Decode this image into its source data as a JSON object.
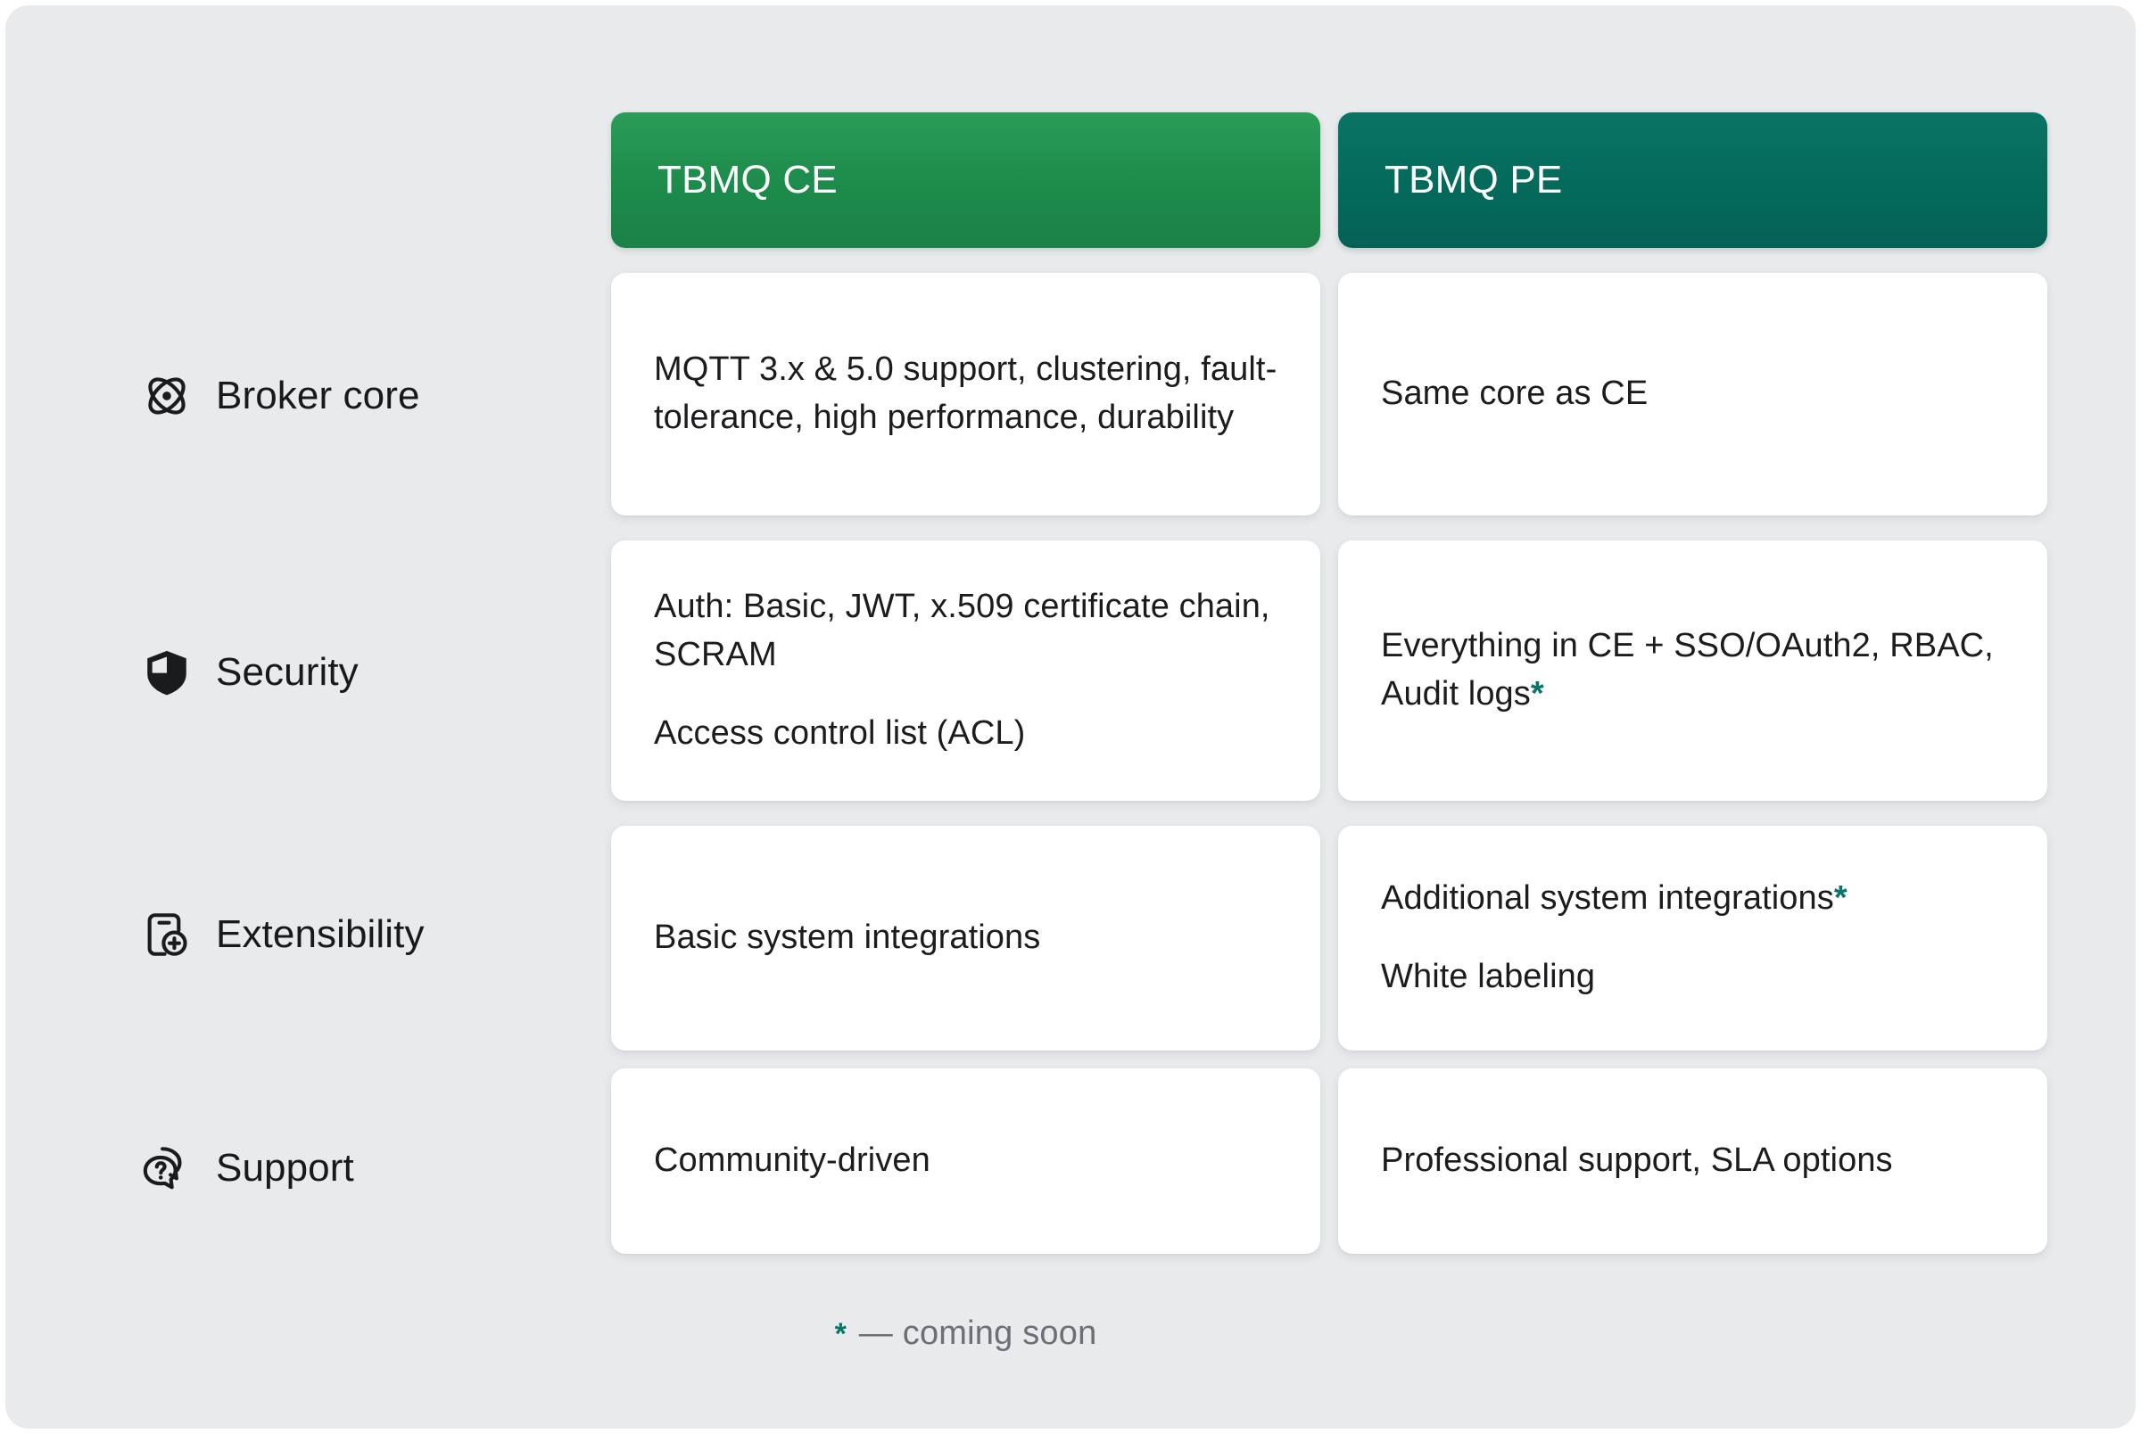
{
  "columns": [
    {
      "id": "ce",
      "title": "TBMQ CE",
      "color": "#1d8b4b"
    },
    {
      "id": "pe",
      "title": "TBMQ PE",
      "color": "#046a5b"
    }
  ],
  "rows": [
    {
      "label": "Broker core",
      "icon": "atom-icon",
      "ce": [
        "MQTT 3.x & 5.0 support, clustering, fault-tolerance, high performance, durability"
      ],
      "pe": [
        "Same core as CE"
      ]
    },
    {
      "label": "Security",
      "icon": "shield-icon",
      "ce": [
        "Auth: Basic, JWT, x.509 certificate chain, SCRAM",
        "Access control list (ACL)"
      ],
      "pe": [
        "Everything in CE + SSO/OAuth2, RBAC, Audit logs*"
      ]
    },
    {
      "label": "Extensibility",
      "icon": "device-plus-icon",
      "ce": [
        "Basic system integrations"
      ],
      "pe": [
        "Additional system integrations*",
        "White labeling"
      ]
    },
    {
      "label": "Support",
      "icon": "chat-question-icon",
      "ce": [
        "Community-driven"
      ],
      "pe": [
        "Professional support, SLA options"
      ]
    }
  ],
  "cells": {
    "r0_ce_p0": "MQTT 3.x & 5.0 support, clustering, fault-tolerance, high performance, durability",
    "r0_pe_p0": "Same core as CE",
    "r1_ce_p0": "Auth: Basic, JWT, x.509 certificate chain, SCRAM",
    "r1_ce_p1": "Access control list (ACL)",
    "r1_pe_p0": "Everything in CE + SSO/OAuth2, RBAC, Audit logs",
    "r2_ce_p0": "Basic system integrations",
    "r2_pe_p0": "Additional system integrations",
    "r2_pe_p1": "White labeling",
    "r3_ce_p0": "Community-driven",
    "r3_pe_p0": "Professional support, SLA options"
  },
  "footnote": {
    "marker": "*",
    "text": "— coming soon",
    "marker_color": "#0a7566"
  },
  "theme": {
    "page_background": "#e8eaec",
    "card_background": "#ffffff",
    "text_color": "#1b1c1e",
    "muted_text_color": "#6b7076",
    "ce_header": "#1d8b4b",
    "pe_header": "#046a5b",
    "accent_star": "#0a7566"
  }
}
